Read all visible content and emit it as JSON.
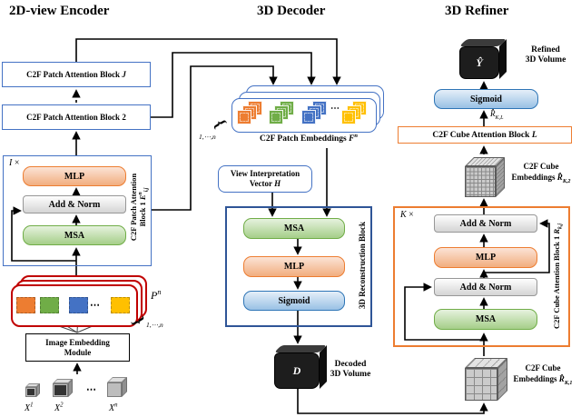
{
  "titles": {
    "encoder": "2D-view Encoder",
    "decoder": "3D Decoder",
    "refiner": "3D Refiner"
  },
  "encoder": {
    "block_j_label": "C2F Patch Attention Block ",
    "block_j_var": "J",
    "block_2_label": "C2F Patch Attention Block 2",
    "loop_var": "I",
    "loop_times": "×",
    "mlp": "MLP",
    "add_norm": "Add & Norm",
    "msa": "MSA",
    "side_label_line1": "C2F Patch Attention",
    "side_label_line2": "Block 1 ",
    "side_label_var": "E^{n}_{i,j}",
    "patches_var": "P^{n}",
    "patches_range": "1,⋯,n",
    "patches_dots": "⋯",
    "iem_line1": "Image Embedding",
    "iem_line2": "Module",
    "inputs_dots": "⋯",
    "input_labels": {
      "x1": "X^{1}",
      "x2": "X^{2}",
      "xn": "X^{n}"
    }
  },
  "decoder": {
    "embeddings_label": "C2F Patch Embeddings ",
    "embeddings_var": "F^{n}",
    "embeddings_range": "1,⋯,n",
    "embeddings_dots": "⋯",
    "view_vector_line1": "View Interpretation",
    "view_vector_line2": "Vector ",
    "view_vector_var": "H",
    "block_side_label": "3D Reconstruction Block",
    "msa": "MSA",
    "mlp": "MLP",
    "sigmoid": "Sigmoid",
    "volume_var": "D",
    "volume_caption_line1": "Decoded",
    "volume_caption_line2": "3D Volume"
  },
  "refiner": {
    "volume_var": "Ŷ",
    "volume_caption_line1": "Refined",
    "volume_caption_line2": "3D Volume",
    "sigmoid": "Sigmoid",
    "r_kl": "R̂_{K,L}",
    "block_l_label": "C2F Cube Attention Block ",
    "block_l_var": "L",
    "cube2_line1": "C2F Cube",
    "cube2_line2": "Embeddings ",
    "cube2_var": "R̂_{K,2}",
    "loop_var": "K",
    "loop_times": "×",
    "add_norm_top": "Add & Norm",
    "mlp": "MLP",
    "add_norm_bottom": "Add & Norm",
    "msa": "MSA",
    "side_label": "C2F Cube Attention Block 1 ",
    "side_var": "R_{k,j}",
    "cube1_line1": "C2F Cube",
    "cube1_line2": "Embeddings ",
    "cube1_var": "R̂_{K,1}"
  },
  "colors": {
    "box_blue": "#4472C4",
    "dark_blue": "#2F5597",
    "frame_red": "#C00000",
    "orange": "#ED7D31",
    "green": "#70AD47",
    "yellow": "#FFC000",
    "patch_blue": "#4472C4",
    "sigmoid_blue": "#BDD7EE",
    "gray": "#D9D9D9"
  }
}
